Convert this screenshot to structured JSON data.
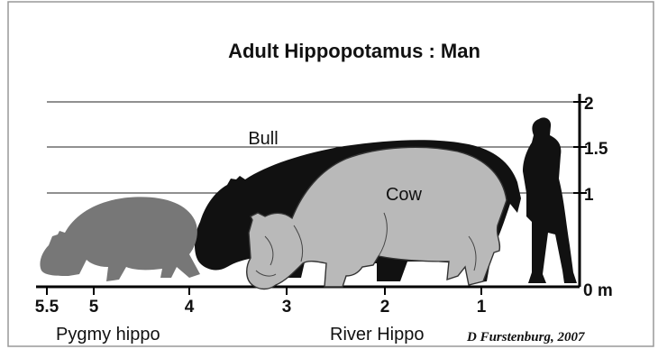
{
  "title": "Adult Hippopotamus : Man",
  "labels": {
    "bull": "Bull",
    "cow": "Cow",
    "pygmy": "Pygmy hippo",
    "river": "River Hippo",
    "credit": "D Furstenburg, 2007"
  },
  "height_axis": {
    "unit_label": "0 m",
    "ticks": [
      {
        "value": 2,
        "label": "2"
      },
      {
        "value": 1.5,
        "label": "1.5"
      },
      {
        "value": 1,
        "label": "1"
      },
      {
        "value": 0,
        "label": "0 m"
      }
    ]
  },
  "length_axis": {
    "ticks": [
      {
        "value": 5.5,
        "label": "5.5"
      },
      {
        "value": 5,
        "label": "5"
      },
      {
        "value": 4,
        "label": "4"
      },
      {
        "value": 3,
        "label": "3"
      },
      {
        "value": 2,
        "label": "2"
      },
      {
        "value": 1,
        "label": "1"
      }
    ]
  },
  "colors": {
    "bull": "#111111",
    "cow": "#b9b9b9",
    "pygmy": "#777777",
    "man": "#111111",
    "frame": "#999999"
  }
}
